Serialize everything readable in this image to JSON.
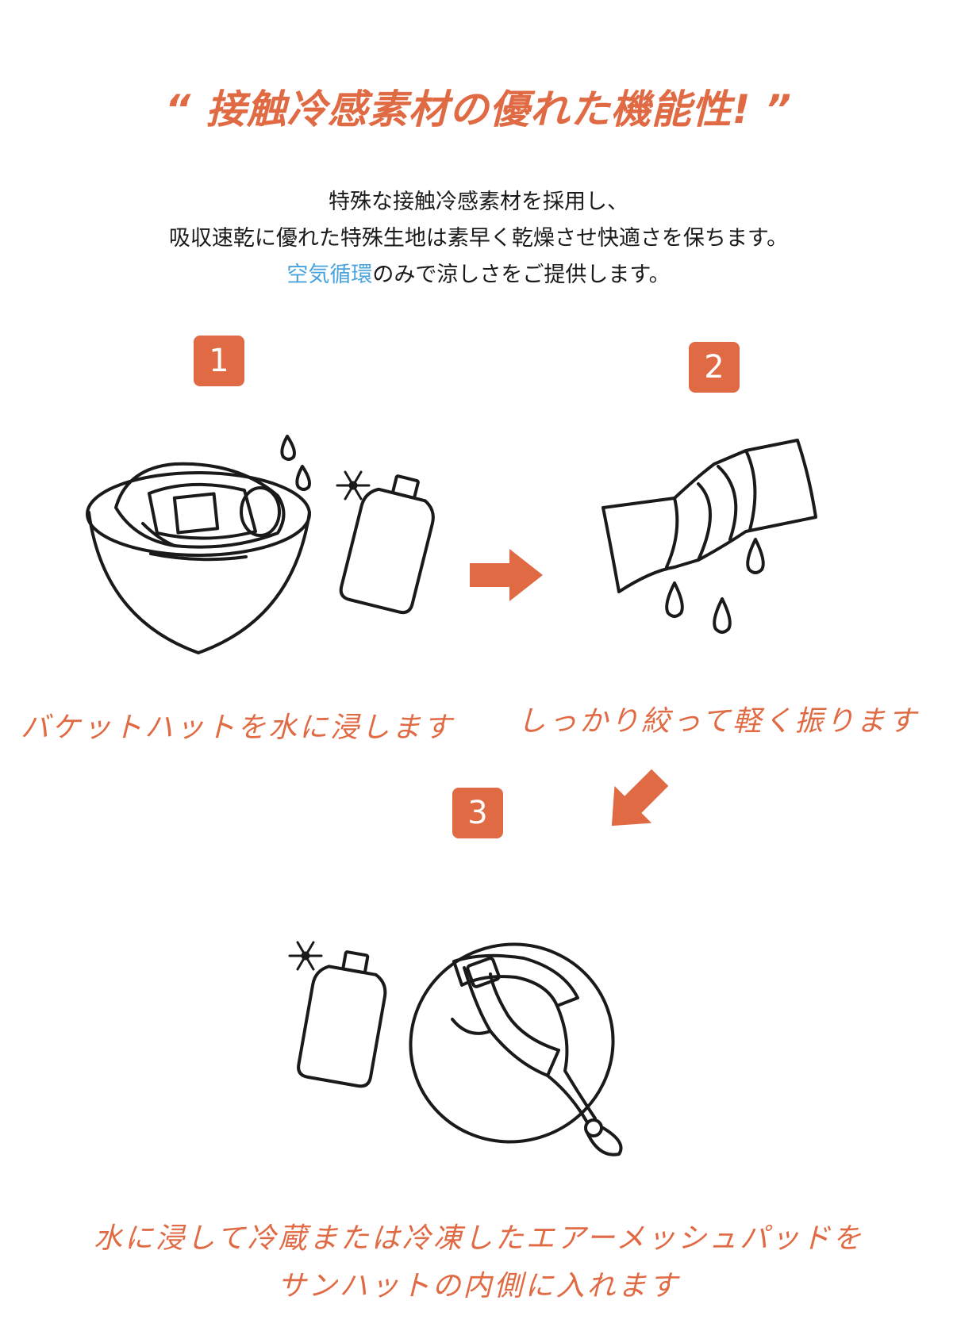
{
  "headline": "“ 接触冷感素材の優れた機能性! ”",
  "intro": {
    "line1": "特殊な接触冷感素材を採用し、",
    "line2": "吸収速乾に優れた特殊生地は素早く乾燥させ快適さを保ちます。",
    "line3_highlight": "空気循環",
    "line3_rest": "のみで涼しさをご提供します。"
  },
  "colors": {
    "accent": "#e06a43",
    "highlight": "#4aa3dc",
    "text": "#1a1a1a"
  },
  "steps": [
    {
      "number": "1",
      "caption": "バケットハットを水に浸します"
    },
    {
      "number": "2",
      "caption": "しっかり絞って軽く振ります"
    },
    {
      "number": "3",
      "caption_line1": "水に浸して冷蔵または冷凍したエアーメッシュパッドを",
      "caption_line2": "サンハットの内側に入れます"
    }
  ],
  "icons": {
    "step1": [
      "basin-icon",
      "bucket-hat-icon",
      "water-drop-icon",
      "snowflake-icon",
      "cool-pad-icon"
    ],
    "step2": [
      "wrung-towel-icon",
      "water-drop-icon"
    ],
    "step3": [
      "snowflake-icon",
      "cool-pad-icon",
      "sun-hat-icon"
    ],
    "arrows": [
      "arrow-right-icon",
      "arrow-down-left-icon"
    ]
  }
}
